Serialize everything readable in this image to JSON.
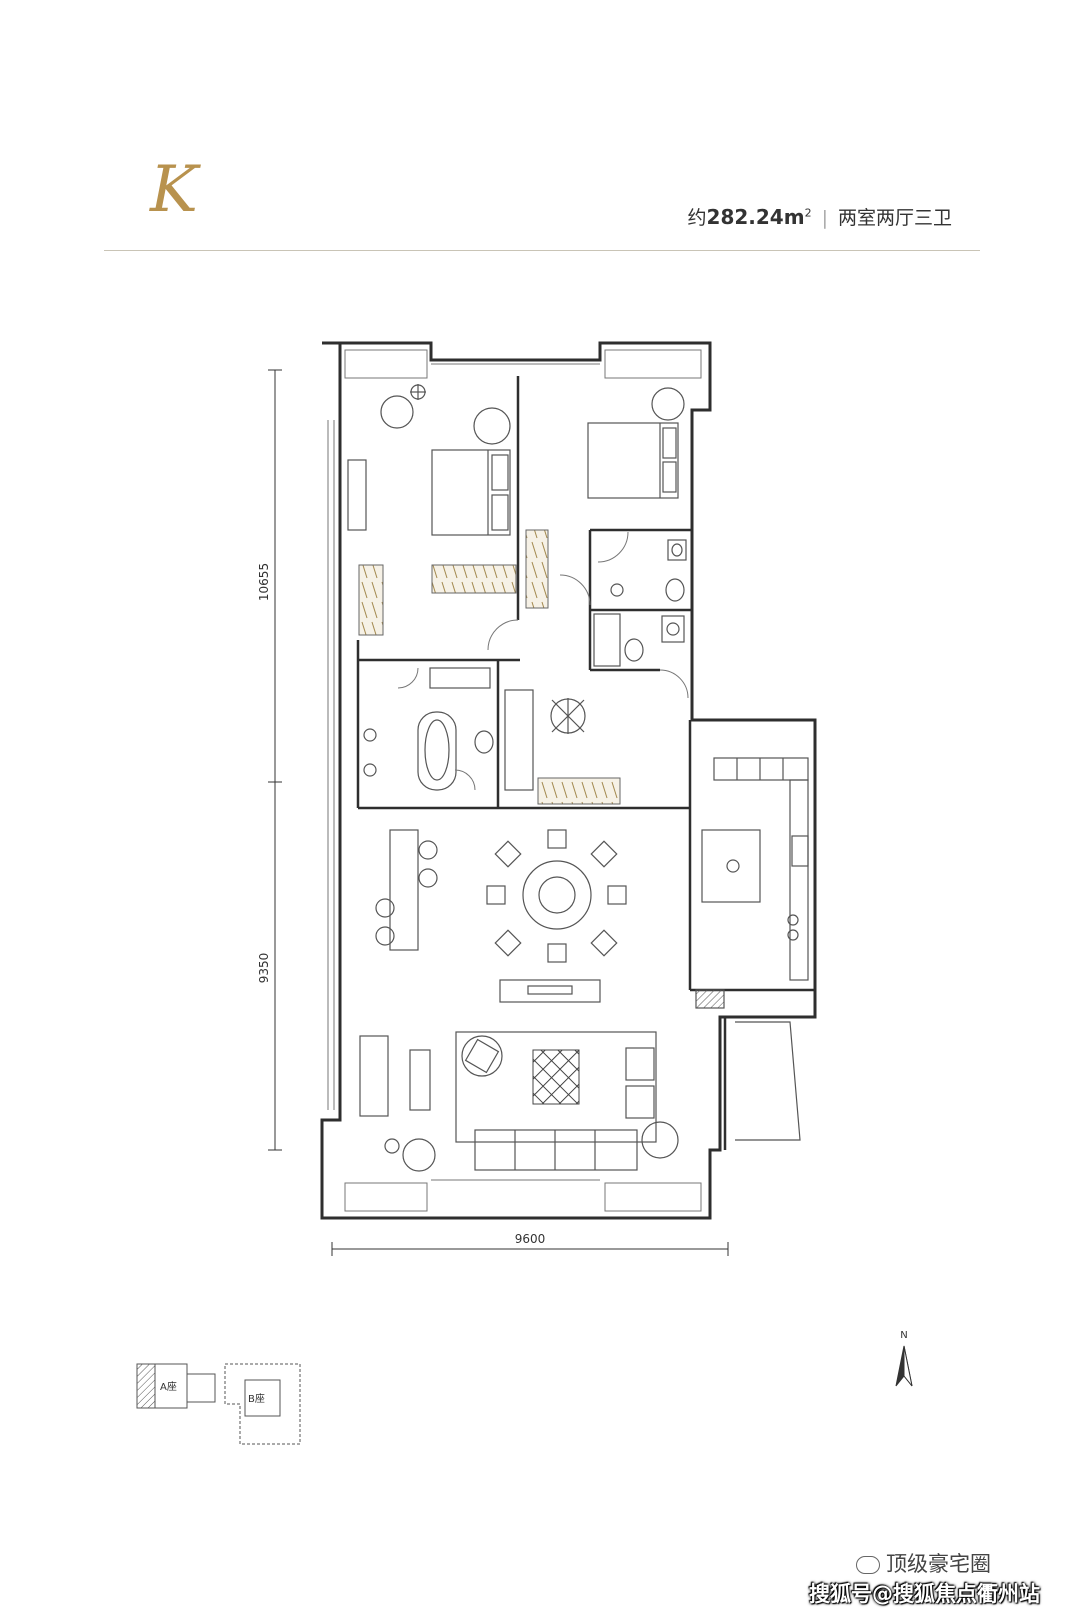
{
  "header": {
    "logo_letter": "K",
    "area_prefix": "约",
    "area_value": "282.24m",
    "area_unit_sup": "2",
    "layout": "两室两厅三卫"
  },
  "dimensions": {
    "top_depth": "10655",
    "bottom_depth": "9350",
    "width": "9600"
  },
  "keyplan": {
    "building_a": "A座",
    "building_b": "B座"
  },
  "compass": {
    "north": "N"
  },
  "watermark": {
    "account": "顶级豪宅圈"
  },
  "footer": {
    "source": "搜狐号@搜狐焦点衢州站"
  },
  "colors": {
    "accent_gold": "#b8924e",
    "wall": "#2e2e2e",
    "line": "#8a8a8a",
    "rule": "#c9c4b6"
  }
}
